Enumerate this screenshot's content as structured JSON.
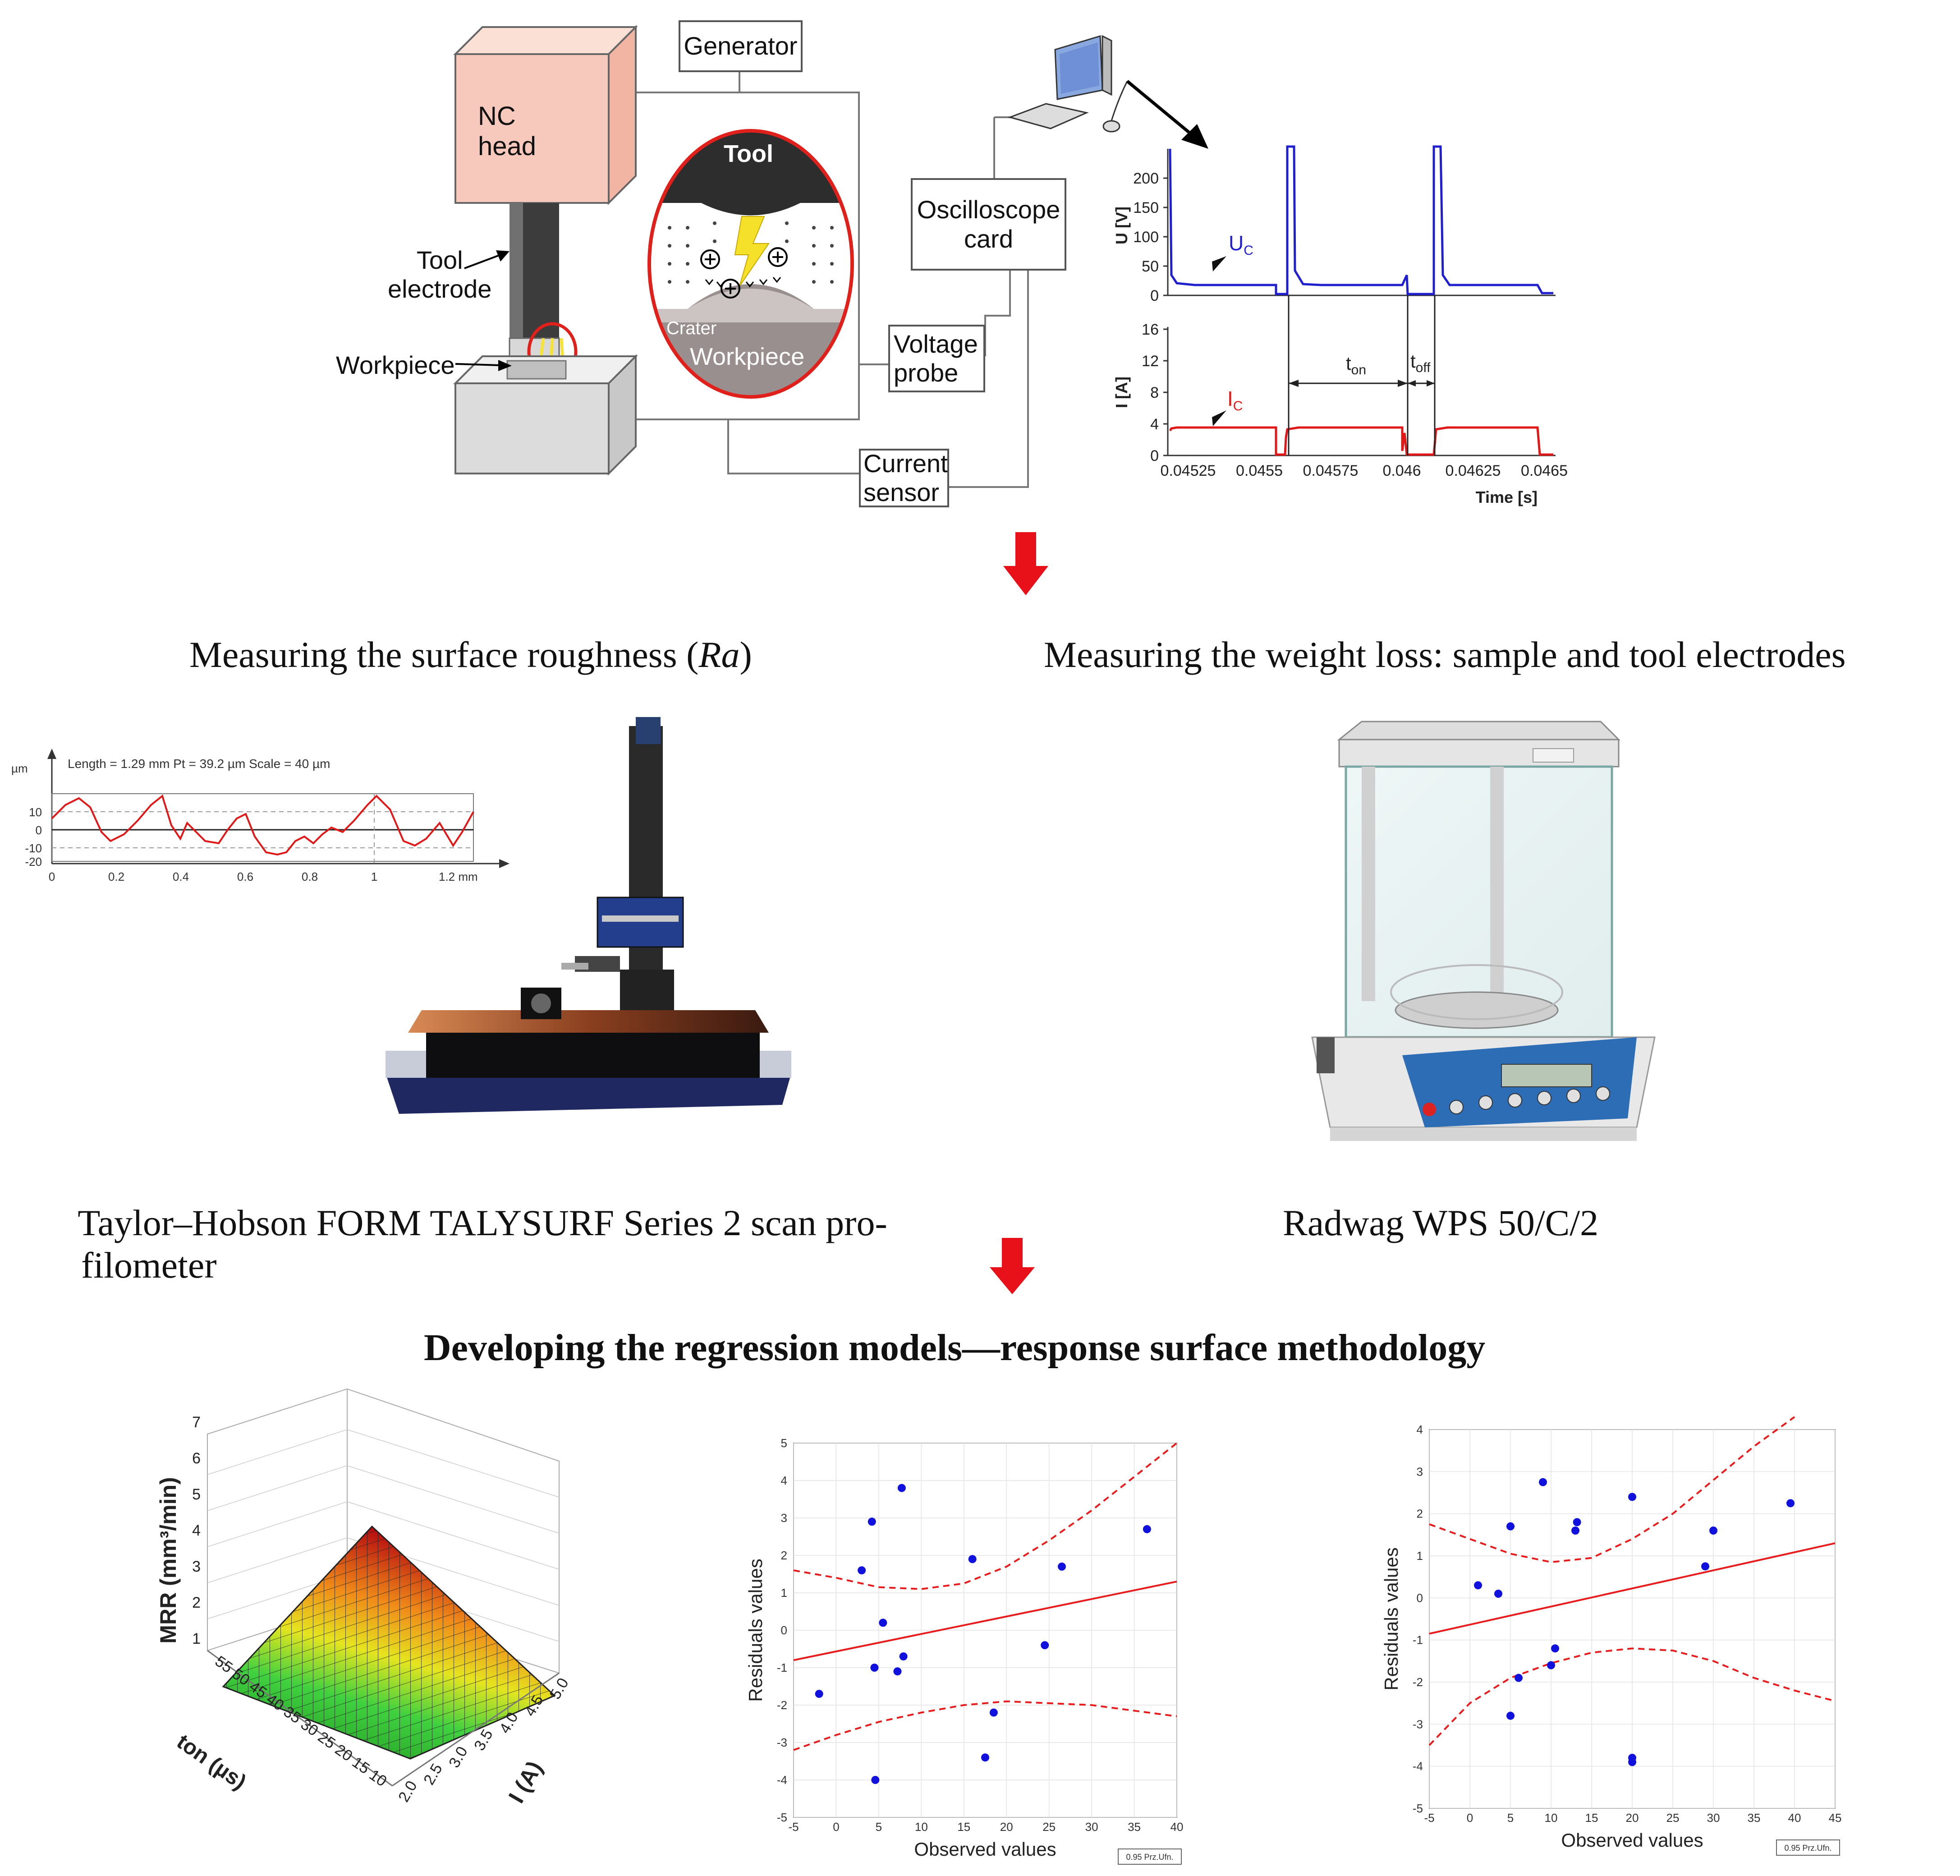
{
  "setup": {
    "generator": "Generator",
    "nc_head": "NC\nhead",
    "tool_electrode": "Tool\nelectrode",
    "workpiece": "Workpiece",
    "inset_tool": "Tool",
    "inset_crater": "Crater",
    "inset_workpiece": "Workpiece",
    "oscilloscope": "Oscilloscope\ncard",
    "voltage_probe": "Voltage\nprobe",
    "current_sensor": "Current\nsensor"
  },
  "oscilloscope_plot": {
    "u_axis_label": "U [V]",
    "i_axis_label": "I [A]",
    "u_ticks": [
      "0",
      "50",
      "100",
      "150",
      "200"
    ],
    "i_ticks": [
      "0",
      "4",
      "8",
      "12",
      "16"
    ],
    "x_ticks": [
      "0.04525",
      "0.0455",
      "0.04575",
      "0.046",
      "0.04625",
      "0.0465"
    ],
    "x_label": "Time [s]",
    "uc_label": "U",
    "uc_sub": "C",
    "ic_label": "I",
    "ic_sub": "C",
    "ton_label": "t",
    "ton_sub": "on",
    "toff_label": "t",
    "toff_sub": "off"
  },
  "captions": {
    "roughness_pre": "Measuring the surface roughness (",
    "roughness_ital": "Ra",
    "roughness_post": ")",
    "weight": "Measuring the weight loss: sample and tool electrodes",
    "profilometer_line1": "Taylor–Hobson FORM TALYSURF Series 2 scan pro-",
    "profilometer_line2": "filometer",
    "balance": "Radwag WPS 50/C/2",
    "regression": "Developing the regression models—response surface methodology"
  },
  "profile_plot": {
    "y_unit": "µm",
    "header": "Length = 1.29 mm  Pt = 39.2 µm  Scale = 40 µm",
    "y_ticks": [
      "10",
      "0",
      "-10",
      "-20"
    ],
    "x_ticks": [
      "0",
      "0.2",
      "0.4",
      "0.6",
      "0.8",
      "1",
      "1.2 mm"
    ]
  },
  "surface_plot": {
    "z_label": "MRR (mm³/min)",
    "z_ticks": [
      "1",
      "2",
      "3",
      "4",
      "5",
      "6",
      "7"
    ],
    "ton_label": "ton (µs)",
    "ton_ticks": [
      "55",
      "50",
      "45",
      "40",
      "35",
      "30",
      "25",
      "20",
      "15",
      "10"
    ],
    "i_label": "I (A)",
    "i_ticks": [
      "5.0",
      "4.5",
      "4.0",
      "3.5",
      "3.0",
      "2.5",
      "2.0"
    ]
  },
  "chart_data": [
    {
      "type": "scatter",
      "ylabel": "Residuals values",
      "xlabel": "Observed values",
      "xlim": [
        -5,
        40
      ],
      "ylim": [
        -5,
        5
      ],
      "x_ticks": [
        -5,
        0,
        5,
        10,
        15,
        20,
        25,
        30,
        35,
        40
      ],
      "y_ticks": [
        5,
        4,
        3,
        2,
        1,
        0,
        -1,
        -2,
        -3,
        -4,
        -5
      ],
      "legend": "0.95 Prz.Ufn.",
      "points": [
        [
          -2,
          -1.7
        ],
        [
          3,
          1.6
        ],
        [
          4.2,
          2.9
        ],
        [
          4.5,
          -1.0
        ],
        [
          4.6,
          -4.0
        ],
        [
          5.5,
          0.2
        ],
        [
          7.2,
          -1.1
        ],
        [
          7.7,
          3.8
        ],
        [
          7.9,
          -0.7
        ],
        [
          16,
          1.9
        ],
        [
          17.5,
          -3.4
        ],
        [
          18.5,
          -2.2
        ],
        [
          24.5,
          -0.4
        ],
        [
          26.5,
          1.7
        ],
        [
          36.5,
          2.7
        ]
      ],
      "fit_line": [
        [
          -5,
          -0.8
        ],
        [
          40,
          1.3
        ]
      ],
      "ci_upper": [
        [
          -5,
          1.6
        ],
        [
          0,
          1.4
        ],
        [
          5,
          1.15
        ],
        [
          10,
          1.1
        ],
        [
          15,
          1.25
        ],
        [
          20,
          1.7
        ],
        [
          25,
          2.4
        ],
        [
          30,
          3.2
        ],
        [
          35,
          4.1
        ],
        [
          40,
          5.0
        ]
      ],
      "ci_lower": [
        [
          -5,
          -3.2
        ],
        [
          0,
          -2.8
        ],
        [
          5,
          -2.45
        ],
        [
          10,
          -2.2
        ],
        [
          15,
          -2.0
        ],
        [
          20,
          -1.9
        ],
        [
          25,
          -1.95
        ],
        [
          30,
          -2.0
        ],
        [
          35,
          -2.15
        ],
        [
          40,
          -2.3
        ]
      ]
    },
    {
      "type": "scatter",
      "ylabel": "Residuals values",
      "xlabel": "Observed values",
      "xlim": [
        -5,
        45
      ],
      "ylim": [
        -5,
        4
      ],
      "x_ticks": [
        -5,
        0,
        5,
        10,
        15,
        20,
        25,
        30,
        35,
        40,
        45
      ],
      "y_ticks": [
        4,
        3,
        2,
        1,
        0,
        -1,
        -2,
        -3,
        -4,
        -5
      ],
      "legend": "0.95 Prz.Ufn.",
      "points": [
        [
          1,
          0.3
        ],
        [
          3.5,
          0.1
        ],
        [
          5,
          -2.8
        ],
        [
          5,
          1.7
        ],
        [
          6,
          -1.9
        ],
        [
          9,
          2.75
        ],
        [
          10,
          -1.6
        ],
        [
          10.5,
          -1.2
        ],
        [
          13,
          1.6
        ],
        [
          13.2,
          1.8
        ],
        [
          20,
          2.4
        ],
        [
          20,
          -3.8
        ],
        [
          20,
          -3.9
        ],
        [
          29,
          0.75
        ],
        [
          30,
          1.6
        ],
        [
          39.5,
          2.25
        ]
      ],
      "fit_line": [
        [
          -5,
          -0.85
        ],
        [
          45,
          1.3
        ]
      ],
      "ci_upper": [
        [
          -5,
          1.75
        ],
        [
          0,
          1.4
        ],
        [
          5,
          1.05
        ],
        [
          10,
          0.85
        ],
        [
          15,
          0.95
        ],
        [
          20,
          1.4
        ],
        [
          25,
          2.0
        ],
        [
          30,
          2.8
        ],
        [
          35,
          3.6
        ],
        [
          40,
          4.3
        ]
      ],
      "ci_lower": [
        [
          -5,
          -3.5
        ],
        [
          0,
          -2.5
        ],
        [
          5,
          -1.9
        ],
        [
          10,
          -1.55
        ],
        [
          15,
          -1.3
        ],
        [
          20,
          -1.2
        ],
        [
          25,
          -1.25
        ],
        [
          30,
          -1.5
        ],
        [
          35,
          -1.9
        ],
        [
          40,
          -2.2
        ],
        [
          45,
          -2.45
        ]
      ]
    }
  ],
  "colors": {
    "arrow": "#e8111a",
    "voltage": "#1f1fd0",
    "current": "#e01818",
    "nc_head": "#f7c9bd",
    "points": "#1111dd",
    "fit": "#e81c1c"
  }
}
